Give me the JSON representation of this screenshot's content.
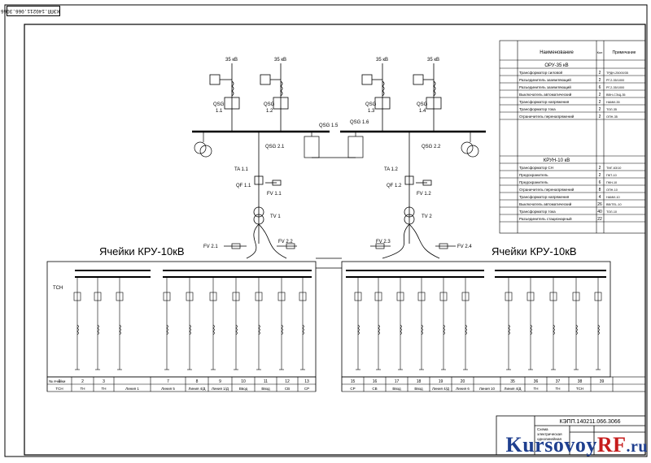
{
  "doc_code_top": "КЭПП.140211.066.3066",
  "doc_code_stamp": "КЭПП.140211.066.3066",
  "stamp_title": "Схема электрическая однолинейная",
  "watermark": {
    "main": "KursovoyRF",
    "domain": ".ru"
  },
  "ory_title": "Ячейки КРУ-10кВ",
  "kru_title_right": "Ячейки КРУ-10кВ",
  "voltage_35": "35 кВ",
  "spec": {
    "col_name": "Наименование",
    "col_qty": "Кол",
    "col_note": "Примечание",
    "section_ory": "ОРУ-35 кВ",
    "section_kru": "КРУН-10 кВ",
    "ory_rows": [
      {
        "name": "Трансформатор силовой",
        "qty": "2",
        "note": "ТРДН-25000/35"
      },
      {
        "name": "Разъединитель заземляющий",
        "qty": "2",
        "note": "РГ.2-35/1000"
      },
      {
        "name": "Разъединитель заземляющий",
        "qty": "6",
        "note": "РГ.2-35/1000"
      },
      {
        "name": "Выключатель автоматический",
        "qty": "2",
        "note": "ВВН-СЭЩ-35"
      },
      {
        "name": "Трансформатор напряжения",
        "qty": "2",
        "note": "НАМИ-35"
      },
      {
        "name": "Трансформатор тока",
        "qty": "2",
        "note": "ТОЛ-35"
      },
      {
        "name": "Ограничитель перенапряжений",
        "qty": "2",
        "note": "ОПН-35"
      }
    ],
    "kru_rows": [
      {
        "name": "Трансформатор СН",
        "qty": "2",
        "note": "ТМГ-63/10"
      },
      {
        "name": "Предохранитель",
        "qty": "2",
        "note": "ПКТ-10"
      },
      {
        "name": "Предохранитель",
        "qty": "6",
        "note": "ПКН-10"
      },
      {
        "name": "Ограничитель перенапряжений",
        "qty": "8",
        "note": "ОПН-10"
      },
      {
        "name": "Трансформатор напряжения",
        "qty": "4",
        "note": "НАМИ-10"
      },
      {
        "name": "Выключатель автоматический",
        "qty": "26",
        "note": "ВВ/TEL-10"
      },
      {
        "name": "Трансформатор тока",
        "qty": "40",
        "note": "ТОЛ-10"
      },
      {
        "name": "Разъединитель стационарный",
        "qty": "22",
        "note": ""
      }
    ]
  },
  "labels": {
    "qsg": [
      "QSG\n1.1",
      "QSG\n1.2",
      "QSG\n1.3",
      "QSG\n1.4"
    ],
    "qsg15": "QSG 1.5",
    "qsg16": "QSG 1.6",
    "qsg21": "QSG 2.1",
    "qsg22": "QSG 2.2",
    "ta11": "TA 1.1",
    "ta12": "TA 1.2",
    "qf11": "QF 1.1",
    "qf12": "QF 1.2",
    "fv11": "FV 1.1",
    "fv12": "FV 1.2",
    "tv1": "TV 1",
    "tv2": "TV 2",
    "fv21": "FV 2.1",
    "fv22": "FV 2.2",
    "fv23": "FV 2.3",
    "fv24": "FV 2.4",
    "tsn": "ТСН"
  },
  "table": {
    "row1_label": "№ ячейки",
    "left_numbers": [
      "1",
      "2",
      "3",
      "",
      "7",
      "8",
      "9",
      "10",
      "11",
      "12",
      "13"
    ],
    "left_names": [
      "ТСН",
      "ТН",
      "ТН",
      "Линия 1",
      "Линия 5",
      "Линия 4/Д",
      "Линия 1/Д",
      "Ввод",
      "Ввод",
      "СВ",
      "СР"
    ],
    "right_numbers": [
      "15",
      "16",
      "17",
      "18",
      "19",
      "20",
      "",
      "35",
      "36",
      "37",
      "38",
      "39"
    ],
    "right_names": [
      "СР",
      "СВ",
      "Ввод",
      "Ввод",
      "Линия 4/Д",
      "Линия 6",
      "Линия 10",
      "Линия 4/Д",
      "ТН",
      "ТН",
      "ТСН"
    ]
  }
}
